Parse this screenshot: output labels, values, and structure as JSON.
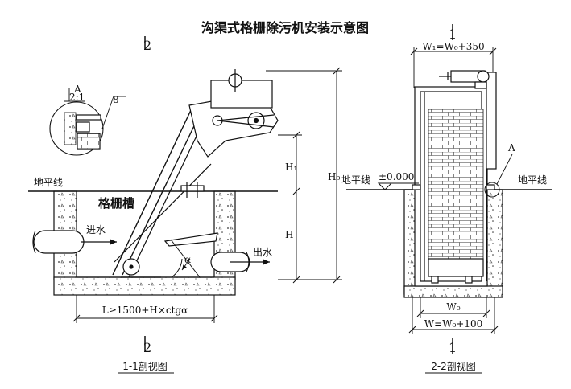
{
  "title": "沟渠式格栅除污机安装示意图",
  "section_marks": {
    "left_top": "2",
    "left_bottom": "2",
    "right_top": "1",
    "right_bottom": "1"
  },
  "detail": {
    "name": "A",
    "scale": "2:1",
    "weld": "8"
  },
  "left_view": {
    "ground_label": "地平线",
    "channel_label": "格栅槽",
    "inlet_label": "进水",
    "outlet_label": "出水",
    "h1_label": "H₁",
    "h_label": "H",
    "h0_label": "H₀",
    "alpha_label": "α",
    "length_formula": "L≥1500+H×ctgα",
    "caption": "1-1剖视图"
  },
  "right_view": {
    "width_top": "W₁=W₀+350",
    "level_label": "地平线",
    "level_value": "±0.000",
    "detail_callout": "A",
    "ground_label": "地平线",
    "w0_label": "W₀",
    "width_bottom": "W=W₀+100",
    "caption": "2-2剖视图"
  },
  "colors": {
    "line": "#111111",
    "background": "#ffffff"
  }
}
